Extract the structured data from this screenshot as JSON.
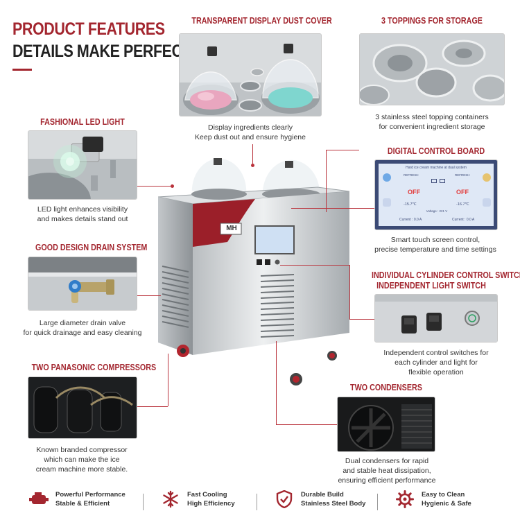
{
  "header": {
    "line1": "PRODUCT FEATURES",
    "line2": "DETAILS MAKE PERFECT"
  },
  "sections": {
    "dust_cover": {
      "title": "TRANSPARENT DISPLAY DUST COVER",
      "caption1": "Display ingredients clearly",
      "caption2": "Keep dust out and ensure hygiene"
    },
    "toppings": {
      "title": "3 TOPPINGS FOR STORAGE",
      "caption1": "3 stainless steel topping containers",
      "caption2": "for convenient ingredient storage"
    },
    "led": {
      "title": "FASHIONAL LED LIGHT",
      "caption1": "LED light enhances visibility",
      "caption2": "and makes details stand out"
    },
    "control_board": {
      "title": "DIGITAL CONTROL BOARD",
      "caption1": "Smart touch screen control,",
      "caption2": "precise temperature and time settings"
    },
    "drain": {
      "title": "GOOD DESIGN DRAIN SYSTEM",
      "caption1": "Large diameter drain valve",
      "caption2": "for quick drainage and easy cleaning"
    },
    "switch": {
      "title1": "INDIVIDUAL CYLINDER CONTROL SWITCH",
      "title2": "INDEPENDENT LIGHT SWITCH",
      "caption1": "Independent control switches for",
      "caption2": "each cylinder and light for",
      "caption3": "flexible operation"
    },
    "compressors": {
      "title": "TWO PANASONIC COMPRESSORS",
      "caption1": "Known branded compressor",
      "caption2": "which can make the ice",
      "caption3": "cream machine more stable."
    },
    "condensers": {
      "title": "TWO CONDENSERS",
      "caption1": "Dual condensers for rapid",
      "caption2": "and stable heat dissipation,",
      "caption3": "ensuring efficient performance"
    }
  },
  "screen": {
    "headline": "Hard ice cream machine at dual system",
    "left_label": "REFRESH",
    "left_state": "OFF",
    "right_label": "REFRESH",
    "right_state": "OFF",
    "left_temp": "-15.7℃",
    "right_temp": "-16.7℃",
    "voltage": "Voltage : 221 V",
    "left_current": "Current : 0.0 A",
    "right_current": "Current : 0.0 A"
  },
  "machine": {
    "logo": "MH"
  },
  "features": [
    {
      "line1": "Powerful Performance",
      "line2": "Stable & Efficient"
    },
    {
      "line1": "Fast Cooling",
      "line2": "High Efficiency"
    },
    {
      "line1": "Durable Build",
      "line2": "Stainless Steel Body"
    },
    {
      "line1": "Easy to Clean",
      "line2": "Hygienic & Safe"
    }
  ],
  "colors": {
    "accent": "#a3262f",
    "text": "#222222",
    "steel": "#c8ccd0"
  }
}
